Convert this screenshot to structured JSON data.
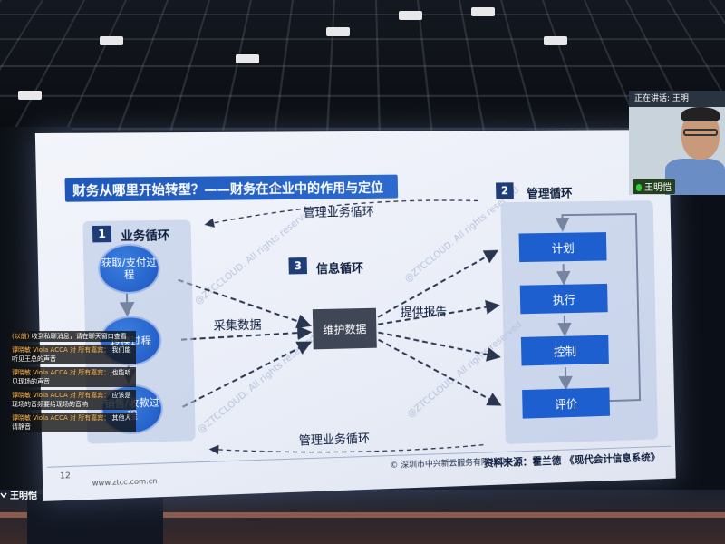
{
  "slide": {
    "title": "财务从哪里开始转型？——财务在企业中的作用与定位",
    "sections": {
      "business": {
        "num": "1",
        "label": "业务循环"
      },
      "management": {
        "num": "2",
        "label": "管理循环"
      },
      "info": {
        "num": "3",
        "label": "信息循环"
      }
    },
    "business_steps": [
      "获取/支付过程",
      "转换过程",
      "销售/收款过程"
    ],
    "management_steps": [
      "计划",
      "执行",
      "控制",
      "评价"
    ],
    "center": "维护数据",
    "flows": {
      "top_loop": "管理业务循环",
      "bottom_loop": "管理业务循环",
      "collect": "采集数据",
      "report": "提供报告"
    },
    "page_number": "12",
    "url": "www.ztcc.com.cn",
    "copyright": "© 深圳市中兴新云服务有限公司",
    "source": "资料来源：霍兰德 《现代会计信息系统》",
    "watermark": "@ZTCCLOUD. All rights reserved"
  },
  "chat": [
    {
      "name": "(以前)",
      "text": "收到私聊消息，请在聊天窗口查看"
    },
    {
      "name": "谭晓敏 Viola ACCA 对 所有嘉宾：",
      "text": "我们能听见王总的声音"
    },
    {
      "name": "谭晓敏 Viola ACCA 对 所有嘉宾：",
      "text": "也能听见现场的声音"
    },
    {
      "name": "谭晓敏 Viola ACCA 对 所有嘉宾：",
      "text": "应该是现场的音频要给现场的音响"
    },
    {
      "name": "谭晓敏 Viola ACCA 对 所有嘉宾：",
      "text": "其他人请静音"
    }
  ],
  "video": {
    "status": "正在讲话: 王明",
    "name": "王明恺"
  },
  "bottom_bar": {
    "speaker": "王明恺"
  }
}
